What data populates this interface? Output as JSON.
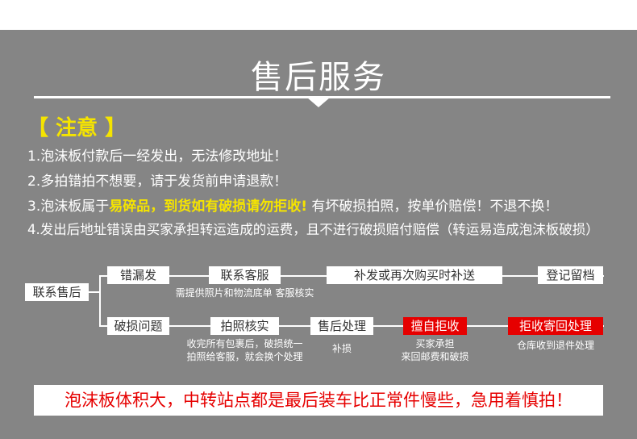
{
  "header": {
    "title": "售后服务"
  },
  "notice": {
    "label": "【 注意 】",
    "rules": [
      "1.泡沫板付款后一经发出，无法修改地址！",
      "2.多拍错拍不想要，请于发货前申请退款！"
    ],
    "rule3": {
      "prefix": "3.泡沫板属于",
      "highlight": "易碎品，到货如有破损请勿拒收!",
      "suffix": "有坏破损拍照，按单价赔偿！不退不换！"
    },
    "rule4": "4.发出后地址错误由买家承担转运造成的运费，且不进行破损赔付赔偿（转运易造成泡沫板破损）"
  },
  "flow": {
    "root": "联系售后",
    "row1": {
      "step1": "错漏发",
      "step2": "联系客服",
      "step2_note": "需提供照片和物流底单 客服核实",
      "step3": "补发或再次购买时补送",
      "step4": "登记留档"
    },
    "row2": {
      "step1": "破损问题",
      "step2": "拍照核实",
      "step2_note1": "收完所有包裹后，破损统一",
      "step2_note2": "拍照给客服，就会换个处理",
      "step3": "售后处理",
      "step3_note": "补损",
      "step4": "擅自拒收",
      "step4_note1": "买家承担",
      "step4_note2": "来回邮费和破损",
      "step5": "拒收寄回处理",
      "step5_note": "仓库收到退件处理"
    },
    "colors": {
      "red_box": "#e60000",
      "highlight": "#f5e400",
      "panel": "#858585"
    }
  },
  "banner": {
    "text": "泡沫板体积大，中转站点都是最后装车比正常件慢些，急用着慎拍！"
  }
}
